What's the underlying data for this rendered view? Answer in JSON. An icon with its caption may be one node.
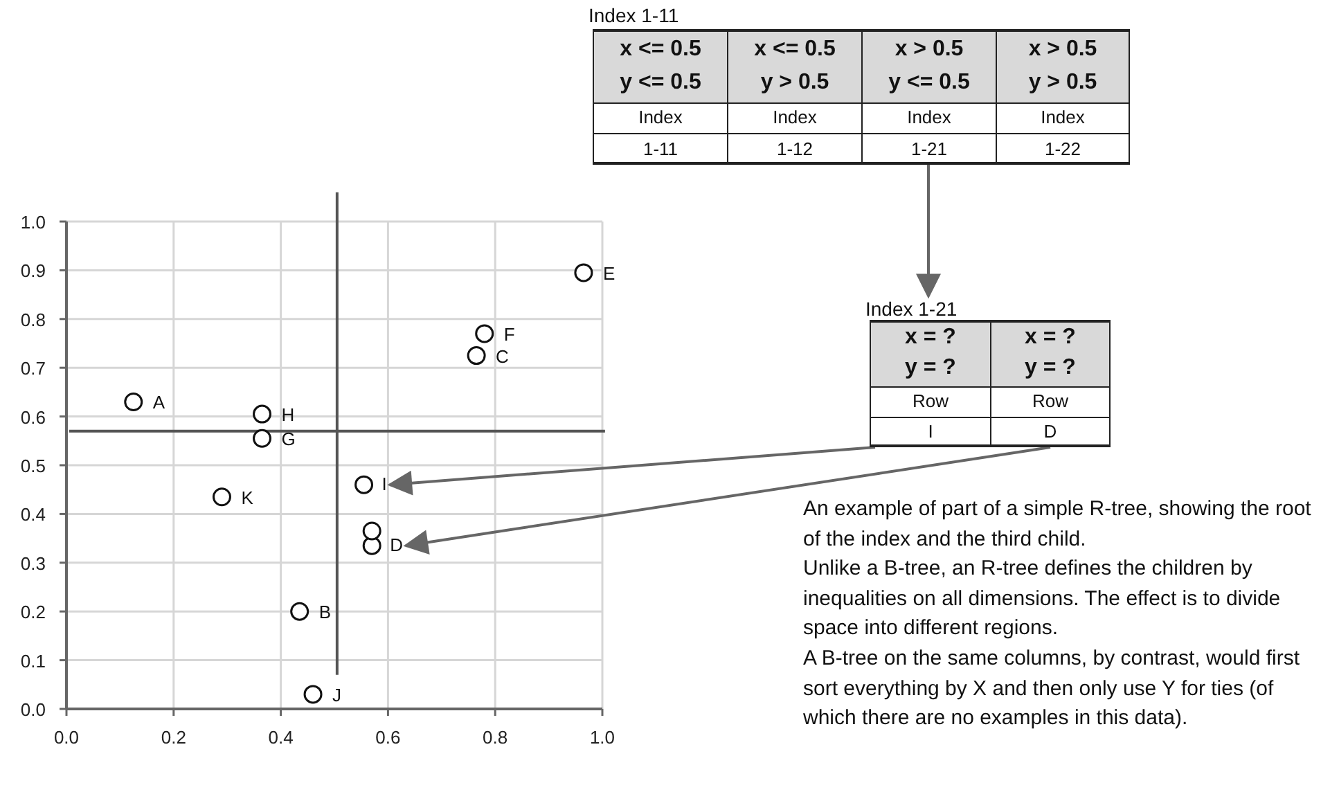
{
  "diagram": {
    "nodes": [
      {
        "text": [
          "Index 1-11"
        ]
      },
      {
        "text": [
          "x <= 0.5",
          "y <= 0.5",
          "Index",
          "1-11"
        ],
        "in": 0
      },
      {
        "text": [
          "x <= 0.5",
          "y > 0.5",
          "Index",
          "1-12"
        ],
        "in": 0
      },
      {
        "text": [
          "x > 0.5",
          "y <= 0.5",
          "Index",
          "1-21"
        ],
        "in": 0
      },
      {
        "text": [
          "x > 0.5",
          "y > 0.5",
          "Index",
          "1-22"
        ],
        "in": 0
      },
      {
        "text": [
          "Index 1-21"
        ]
      },
      {
        "text": [
          "x = ?",
          "y = ?",
          "Row",
          "I"
        ],
        "in": 5
      },
      {
        "text": [
          "x = ?",
          "y = ?",
          "Row",
          "D"
        ],
        "in": 5
      },
      {
        "text": [
          "I"
        ]
      },
      {
        "text": [
          "D"
        ]
      }
    ],
    "edges": [
      {
        "from": 3,
        "to": 5,
        "arrow": "to"
      },
      {
        "from": 6,
        "to": 8,
        "arrow": "to"
      },
      {
        "from": 7,
        "to": 9,
        "arrow": "to"
      }
    ],
    "labels": [
      "An example of part of a simple R-tree, showing the root of the index and the third child.",
      "Unlike a B-tree, an R-tree defines the children by inequalities on all dimensions. The effect is to divide space into different regions.",
      "A B-tree on the same columns, by contrast, would first sort everything by X and then only use Y for ties (of which there are no examples in this data)."
    ],
    "chart_data": {
      "type": "scatter",
      "x": [
        0.125,
        0.435,
        0.765,
        0.57,
        0.965,
        0.78,
        0.365,
        0.365,
        0.555,
        0.46,
        0.29,
        0.57
      ],
      "values": [
        0.63,
        0.2,
        0.725,
        0.335,
        0.895,
        0.77,
        0.555,
        0.605,
        0.46,
        0.03,
        0.435,
        0.365
      ],
      "xlim": [
        0,
        1
      ],
      "ylim": [
        0,
        1
      ],
      "grid": true,
      "ref_lines": [
        {
          "axis": "x",
          "value": 0.505
        },
        {
          "axis": "y",
          "value": 0.57
        }
      ],
      "xticks": [
        {
          "value": 0,
          "label": "0.0"
        },
        0.2,
        0.4,
        0.6,
        0.8,
        {
          "value": 1,
          "label": "1.0"
        }
      ],
      "yticks": [
        {
          "value": 0,
          "label": "0.0"
        },
        0.1,
        0.2,
        0.3,
        0.4,
        0.5,
        0.6,
        0.7,
        0.8,
        0.9,
        {
          "value": 1,
          "label": "1.0"
        }
      ],
      "annotations": [
        {
          "x": 0.125,
          "y": 0.63,
          "text": "A"
        },
        {
          "x": 0.435,
          "y": 0.2,
          "text": "B"
        },
        {
          "x": 0.765,
          "y": 0.725,
          "text": "C"
        },
        {
          "x": 0.965,
          "y": 0.895,
          "text": "E"
        },
        {
          "x": 0.78,
          "y": 0.77,
          "text": "F"
        },
        {
          "x": 0.365,
          "y": 0.555,
          "text": "G"
        },
        {
          "x": 0.365,
          "y": 0.605,
          "text": "H"
        },
        {
          "x": 0.46,
          "y": 0.03,
          "text": "J"
        },
        {
          "x": 0.29,
          "y": 0.435,
          "text": "K"
        }
      ]
    }
  }
}
